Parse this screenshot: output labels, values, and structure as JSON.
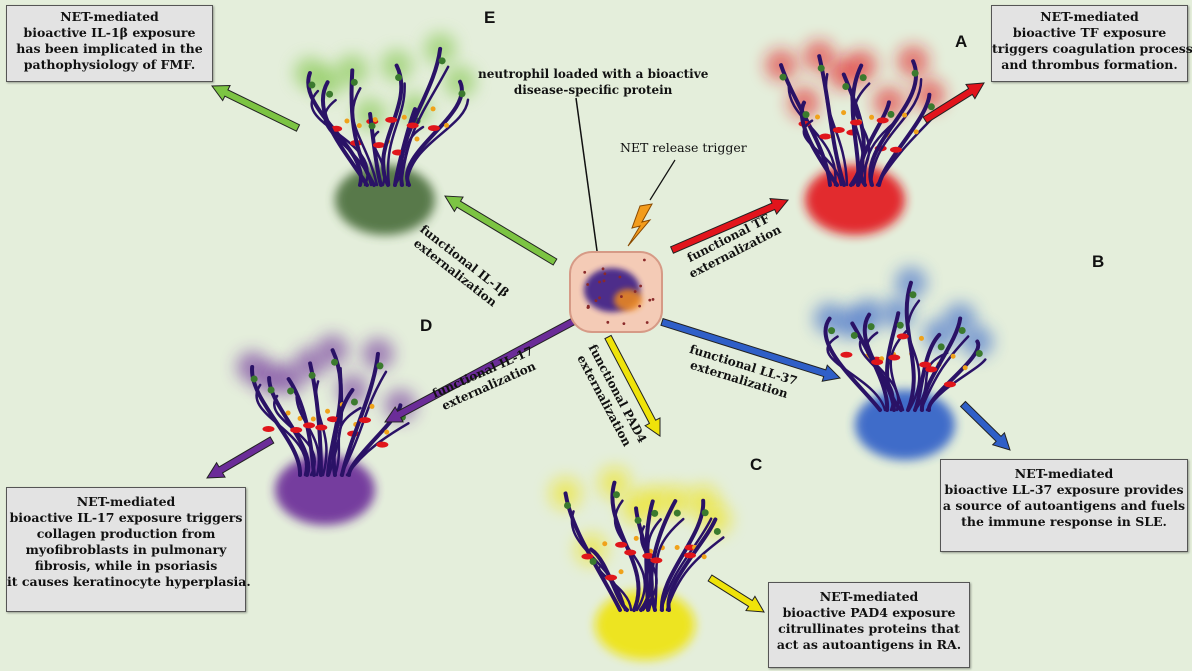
{
  "center": {
    "title_lines": [
      "neutrophil loaded with a bioactive",
      "disease-specific protein"
    ],
    "trigger": "NET release trigger"
  },
  "colors": {
    "background": "#e4eedb",
    "TF": "#e2141c",
    "LL37": "#2f5fc8",
    "PAD4": "#efe30a",
    "IL17": "#6b2c98",
    "IL1b": "#7cc443",
    "fiber": "#2a1266"
  },
  "panels": {
    "A": {
      "letter": "A",
      "arrow_label": [
        "functional TF",
        "externalization"
      ],
      "box_lines": [
        "NET-mediated",
        "bioactive TF exposure",
        "triggers coagulation process",
        "and thrombus formation."
      ]
    },
    "B": {
      "letter": "B",
      "arrow_label": [
        "functional LL-37",
        "externalization"
      ],
      "box_lines": [
        "NET-mediated",
        "bioactive LL-37 exposure provides",
        "a source of autoantigens and fuels",
        "the immune response in SLE."
      ]
    },
    "C": {
      "letter": "C",
      "arrow_label": [
        "functional PAD4",
        "externalization"
      ],
      "box_lines": [
        "NET-mediated",
        "bioactive PAD4 exposure",
        "citrullinates proteins that",
        "act as autoantigens in RA."
      ]
    },
    "D": {
      "letter": "D",
      "arrow_label": [
        "functional IL-17",
        "externalization"
      ],
      "box_lines": [
        "NET-mediated",
        "bioactive IL-17 exposure triggers",
        "collagen production from",
        "myofibroblasts in pulmonary",
        "fibrosis, while in psoriasis",
        "it causes keratinocyte hyperplasia."
      ]
    },
    "E": {
      "letter": "E",
      "arrow_label": [
        "functional IL-1β",
        "externalization"
      ],
      "box_lines": [
        "NET-mediated",
        "bioactive IL-1β exposure",
        "has been implicated in the",
        "pathophysiology of FMF."
      ]
    }
  }
}
